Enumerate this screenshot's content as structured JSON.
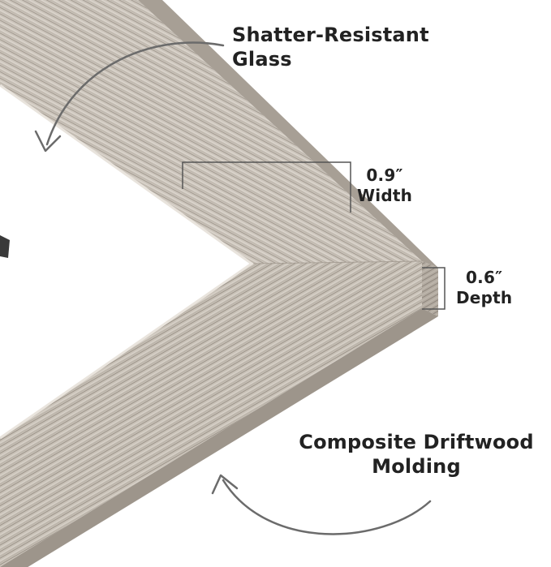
{
  "callouts": {
    "glass": {
      "line1": "Shatter-Resistant",
      "line2": "Glass"
    },
    "width": {
      "value": "0.9″",
      "label": "Width"
    },
    "depth": {
      "value": "0.6″",
      "label": "Depth"
    },
    "molding": {
      "line1": "Composite Driftwood",
      "line2": "Molding"
    }
  },
  "colors": {
    "frame_top": "#cfc8bf",
    "frame_side": "#b9b1a7",
    "frame_grain": "#8f877d",
    "mat": "#ffffff",
    "text": "#222222",
    "arrow": "#6b6b6b"
  },
  "icons": [
    "curved-arrow-icon",
    "curved-arrow-icon",
    "bracket-icon",
    "bracket-icon"
  ]
}
